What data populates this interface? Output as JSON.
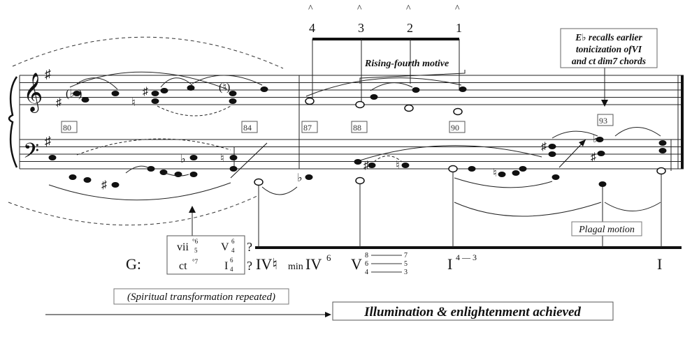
{
  "measure_numbers": [
    "80",
    "84",
    "87",
    "88",
    "90",
    "93"
  ],
  "scale_degrees": [
    "4",
    "3",
    "2",
    "1"
  ],
  "caret": "^",
  "motive_label": "Rising-fourth motive",
  "annotation": {
    "lines": [
      "E♭ recalls earlier",
      "tonicization ofVI",
      "and ct dim7 chords"
    ]
  },
  "chord_box": {
    "top_left": "vii",
    "top_left_sup": "°6",
    "top_left_sub": "5",
    "top_right": "V",
    "top_right_sup": "6",
    "top_right_sub": "4",
    "bottom_left": "ct",
    "bottom_left_sup": "°7",
    "bottom_right": "I",
    "bottom_right_sup": "6",
    "bottom_right_sub": "4",
    "question_marks": [
      "?",
      "?"
    ]
  },
  "key": "G:",
  "roman_numerals": {
    "iv_natural": "IV♮",
    "min_prefix": "min",
    "min_iv": "IV",
    "min_iv_sup": "6",
    "v": "V",
    "v_figures_left": [
      "8",
      "6",
      "4"
    ],
    "v_figures_right": [
      "7",
      "5",
      "3"
    ],
    "i_43": "I",
    "i_43_sup": "4 — 3",
    "i_final": "I"
  },
  "plagal_label": "Plagal motion",
  "spiritual_label": "(Spiritual transformation repeated)",
  "illumination_label": "Illumination & enlightenment achieved"
}
